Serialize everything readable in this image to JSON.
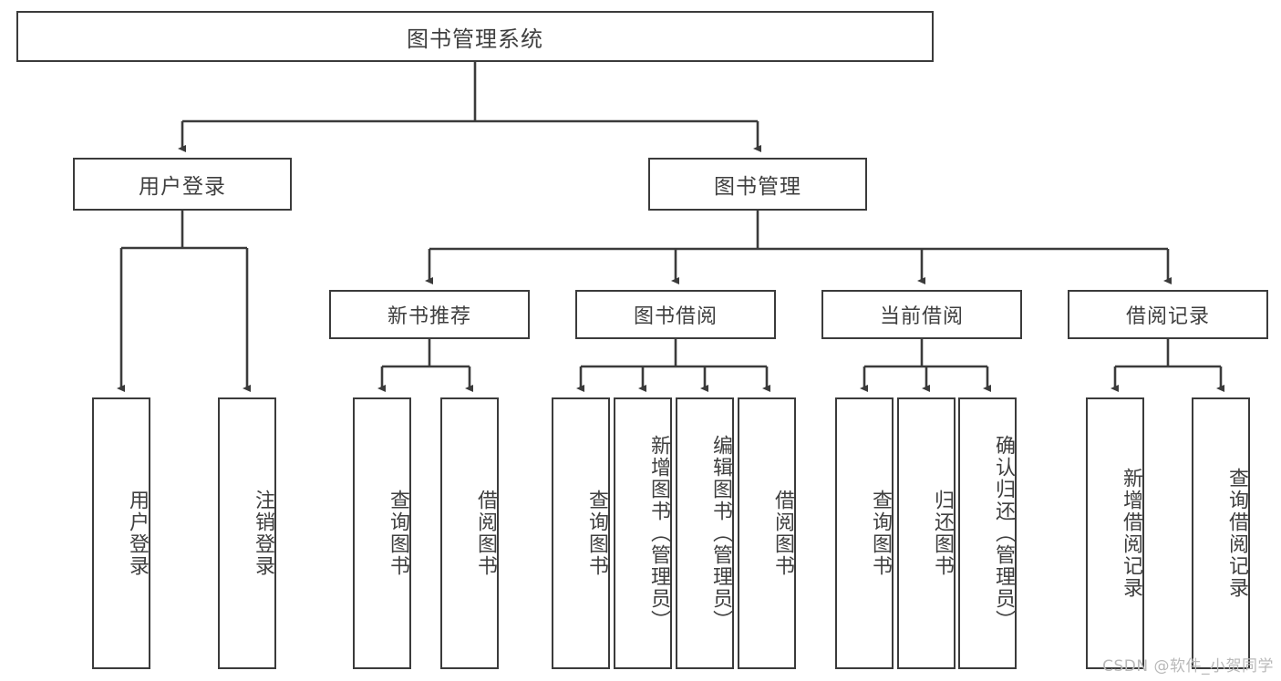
{
  "diagram": {
    "title": "图书管理系统",
    "type": "tree-hierarchy-chart",
    "root": {
      "label": "图书管理系统"
    },
    "level1": [
      {
        "label": "用户登录"
      },
      {
        "label": "图书管理"
      }
    ],
    "level2": [
      {
        "label": "新书推荐"
      },
      {
        "label": "图书借阅"
      },
      {
        "label": "当前借阅"
      },
      {
        "label": "借阅记录"
      }
    ],
    "leaves": {
      "user_login": [
        {
          "label": "用户登录"
        },
        {
          "label": "注销登录"
        }
      ],
      "new_book_recommend": [
        {
          "label": "查询图书"
        },
        {
          "label": "借阅图书"
        }
      ],
      "book_borrow": [
        {
          "label": "查询图书"
        },
        {
          "label": "新增图书（管理员）"
        },
        {
          "label": "编辑图书（管理员）"
        },
        {
          "label": "借阅图书"
        }
      ],
      "current_borrow": [
        {
          "label": "查询图书"
        },
        {
          "label": "归还图书"
        },
        {
          "label": "确认归还（管理员）"
        }
      ],
      "borrow_record": [
        {
          "label": "新增借阅记录"
        },
        {
          "label": "查询借阅记录"
        }
      ]
    }
  },
  "watermark": {
    "text": "CSDN @软件_小贺同学"
  },
  "colors": {
    "box_border": "#3b3b3b",
    "text": "#3f3f3f",
    "connector": "#3b3b3b",
    "background": "#ffffff",
    "watermark": "#b9b9b9"
  }
}
